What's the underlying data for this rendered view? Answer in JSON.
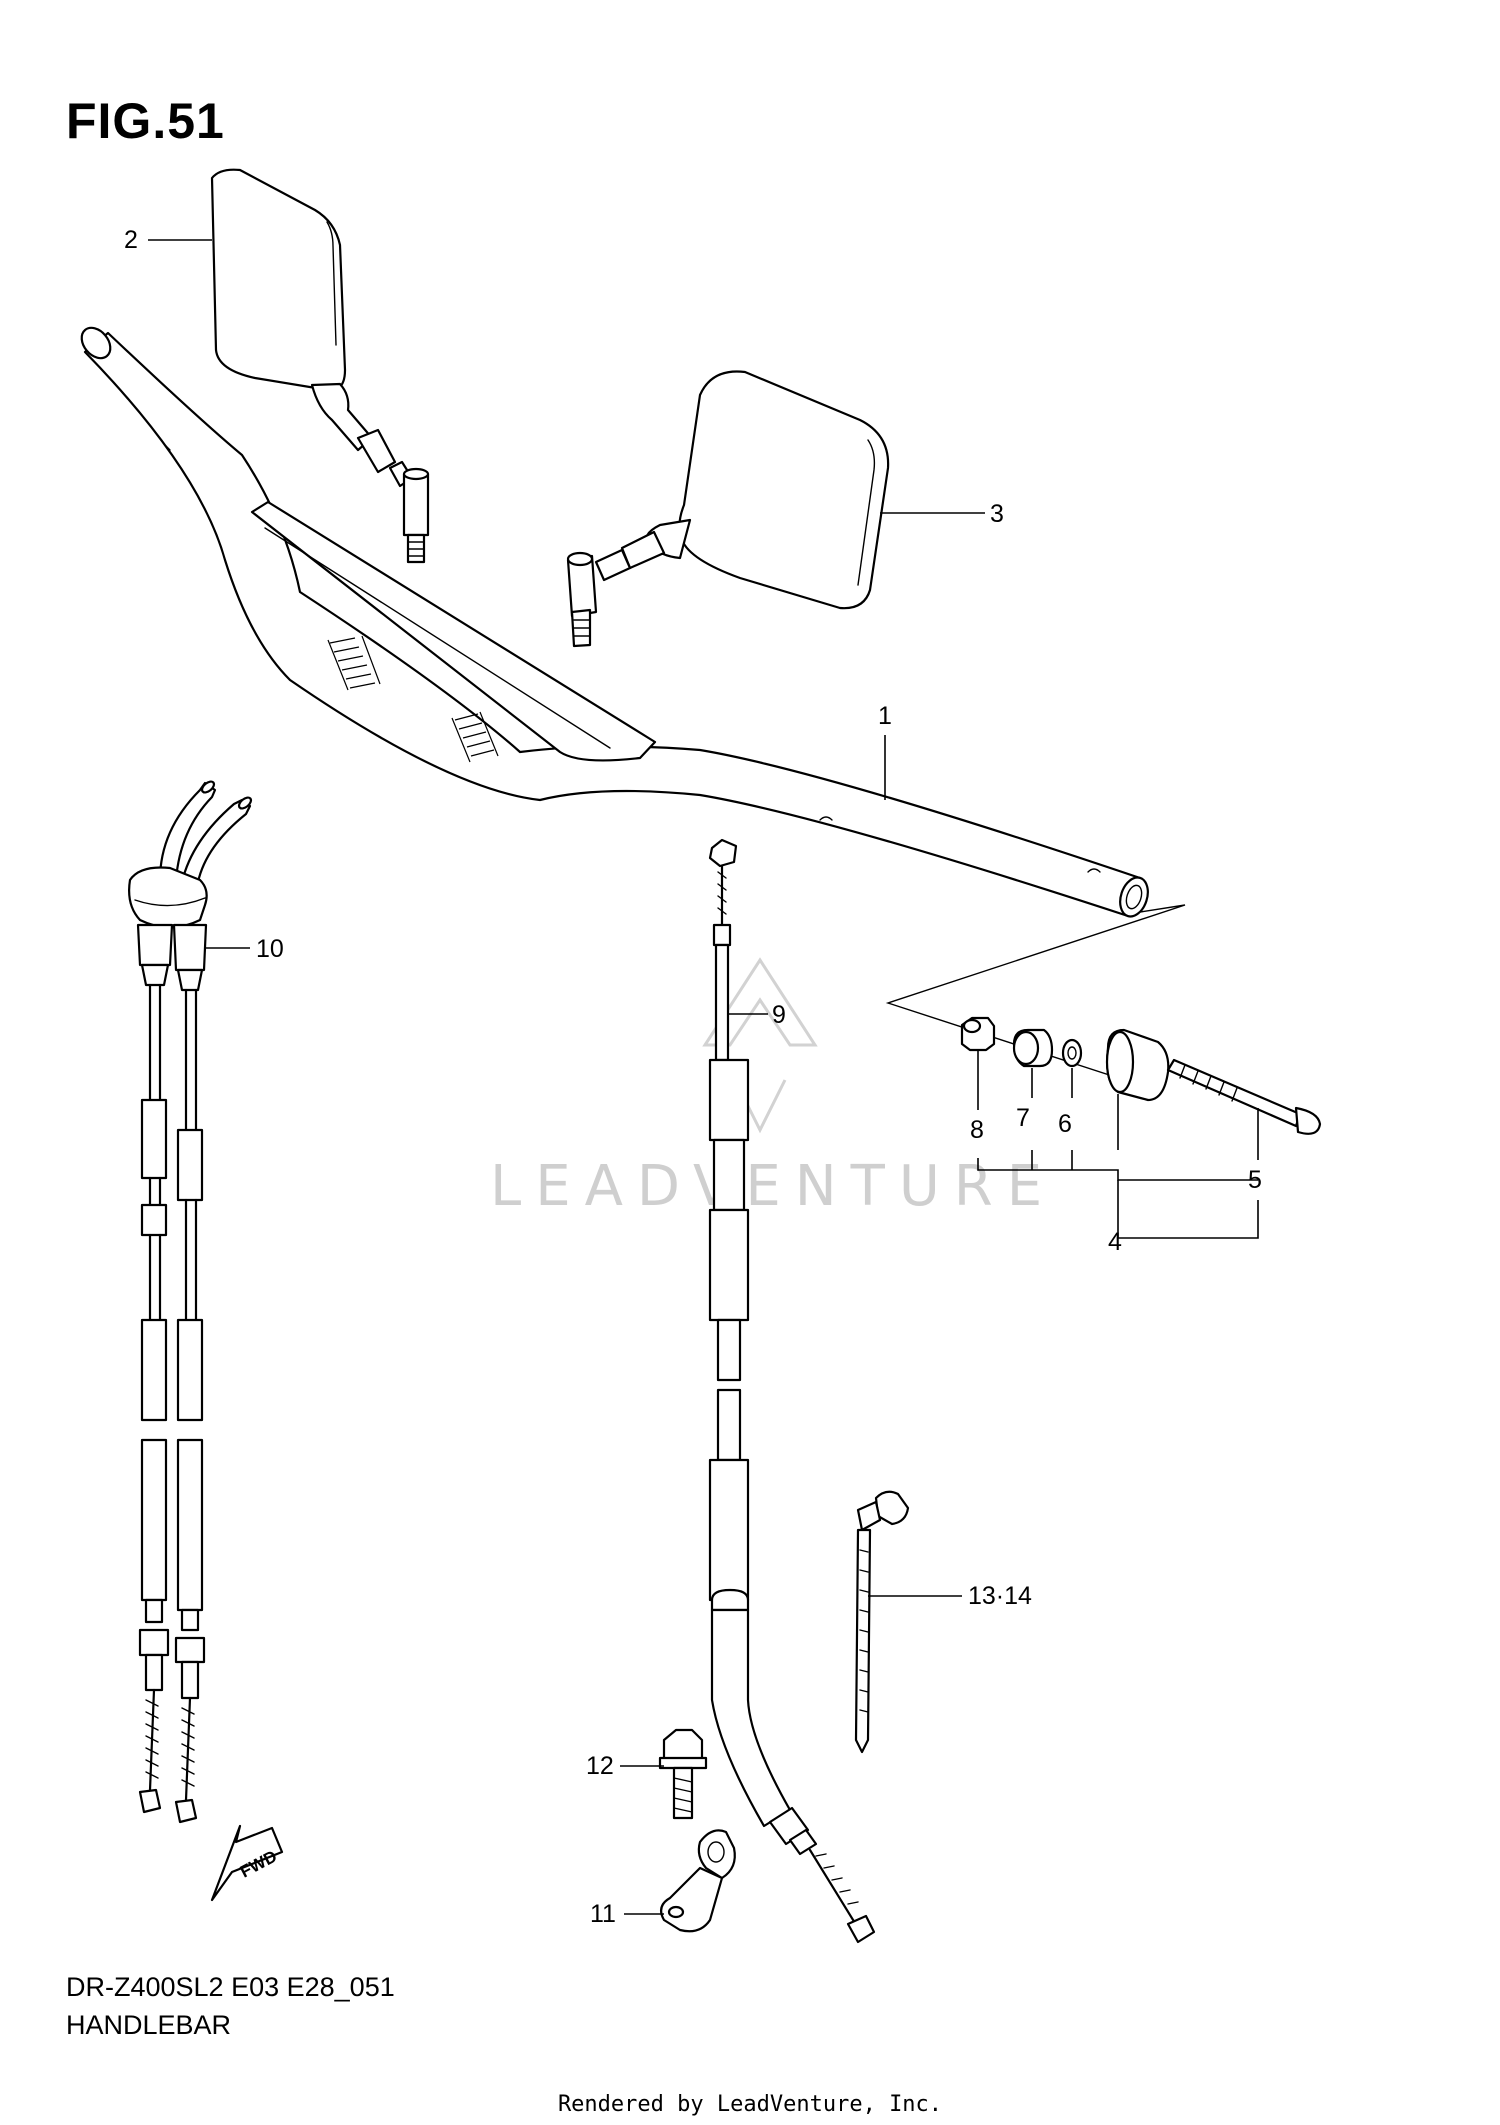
{
  "figure": {
    "title": "FIG.51",
    "model_code": "DR-Z400SL2 E03 E28_051",
    "name": "HANDLEBAR"
  },
  "callouts": [
    {
      "id": "1",
      "label": "1",
      "part": "handlebar"
    },
    {
      "id": "2",
      "label": "2",
      "part": "left mirror"
    },
    {
      "id": "3",
      "label": "3",
      "part": "right mirror"
    },
    {
      "id": "4",
      "label": "4",
      "part": "balancer assembly"
    },
    {
      "id": "5",
      "label": "5",
      "part": "balancer screw"
    },
    {
      "id": "6",
      "label": "6",
      "part": "washer"
    },
    {
      "id": "7",
      "label": "7",
      "part": "spacer"
    },
    {
      "id": "8",
      "label": "8",
      "part": "balancer nut"
    },
    {
      "id": "9",
      "label": "9",
      "part": "clutch cable"
    },
    {
      "id": "10",
      "label": "10",
      "part": "throttle cables"
    },
    {
      "id": "11",
      "label": "11",
      "part": "cable clamp"
    },
    {
      "id": "12",
      "label": "12",
      "part": "bolt"
    },
    {
      "id": "13-14",
      "label": "13·14",
      "part": "cable tie"
    }
  ],
  "fwd_arrow_label": "FWD",
  "watermark": "LEADVENTURE",
  "credit": "Rendered by LeadVenture, Inc."
}
